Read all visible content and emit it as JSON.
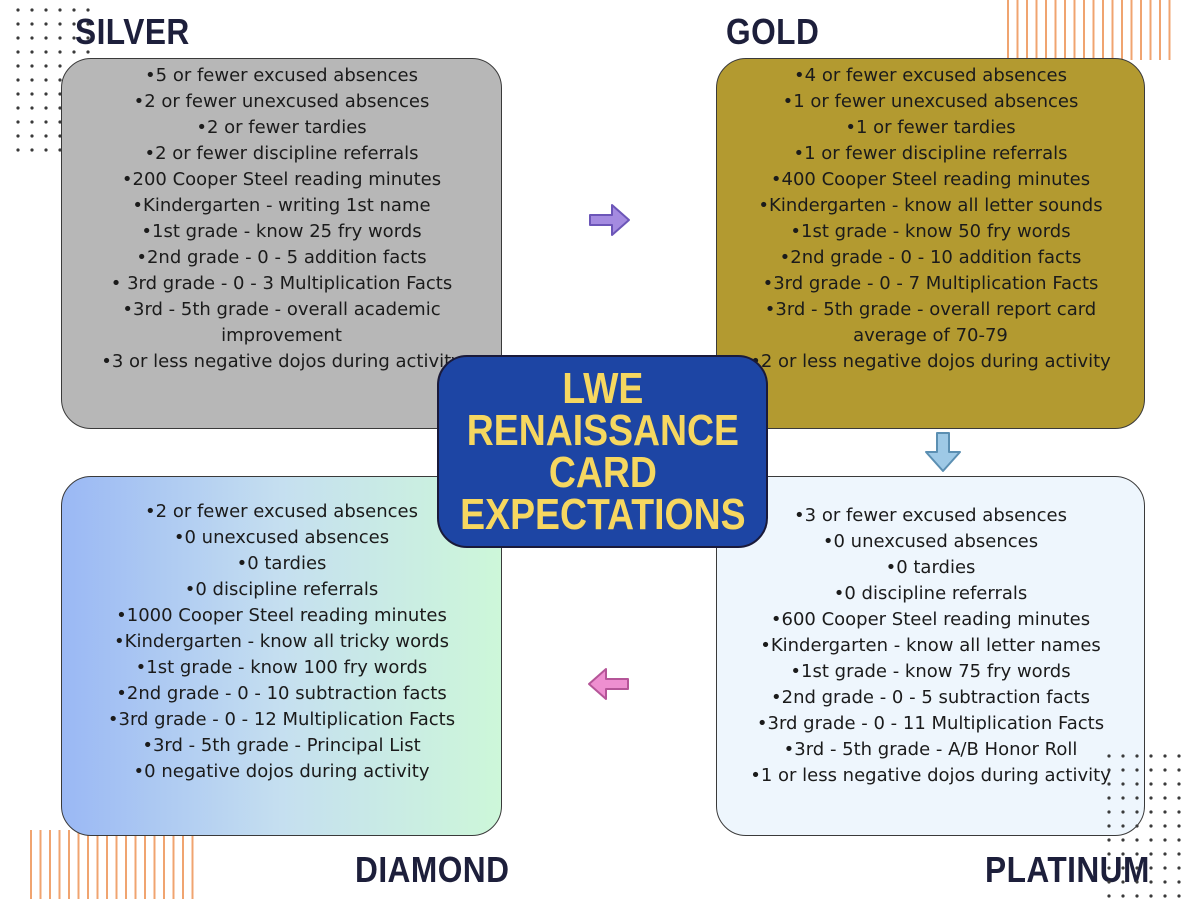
{
  "center": {
    "title": "LWE\nRENAISSANCE\nCARD\nEXPECTATIONS"
  },
  "tiers": {
    "silver": {
      "title": "SILVER",
      "items": [
        "5 or fewer excused absences",
        "2 or fewer unexcused absences",
        "2 or fewer tardies",
        "2 or fewer discipline referrals",
        "200 Cooper Steel reading minutes",
        "Kindergarten - writing 1st name",
        "1st grade - know 25 fry words",
        "2nd grade - 0 - 5 addition facts",
        " 3rd grade - 0 - 3 Multiplication Facts",
        "3rd - 5th grade - overall academic improvement",
        "3 or less negative dojos during activity"
      ]
    },
    "gold": {
      "title": "GOLD",
      "items": [
        "4 or fewer excused absences",
        "1 or fewer unexcused absences",
        "1 or fewer tardies",
        "1 or fewer discipline referrals",
        "400 Cooper Steel reading minutes",
        "Kindergarten - know all letter sounds",
        "1st grade - know 50 fry words",
        "2nd grade - 0 - 10 addition facts",
        "3rd grade - 0 - 7 Multiplication Facts",
        "3rd - 5th grade - overall report card average of 70-79",
        "2 or less negative dojos during activity"
      ]
    },
    "diamond": {
      "title": "DIAMOND",
      "items": [
        "2 or fewer excused absences",
        "0 unexcused absences",
        "0 tardies",
        "0 discipline referrals",
        "1000 Cooper Steel reading minutes",
        "Kindergarten - know all tricky words",
        "1st grade - know 100 fry words",
        "2nd grade - 0 - 10 subtraction facts",
        "3rd grade - 0 - 12 Multiplication Facts",
        "3rd - 5th grade - Principal List",
        "0 negative dojos during activity"
      ]
    },
    "platinum": {
      "title": "PLATINUM",
      "items": [
        "3 or fewer excused absences",
        "0 unexcused absences",
        "0 tardies",
        "0 discipline referrals",
        "600 Cooper Steel reading minutes",
        "Kindergarten - know all letter names",
        "1st grade - know 75 fry words",
        "2nd grade - 0 - 5 subtraction facts",
        "3rd grade - 0 - 11  Multiplication Facts",
        "3rd - 5th grade - A/B Honor Roll",
        "1 or less negative dojos during activity"
      ]
    }
  },
  "arrows": [
    {
      "name": "arrow-right-icon",
      "color": "#a48be0"
    },
    {
      "name": "arrow-down-icon",
      "color": "#9ec9e6"
    },
    {
      "name": "arrow-left-icon",
      "color": "#ee8fd0"
    }
  ],
  "colors": {
    "silver_card": "#b7b7b7",
    "gold_card": "#b39a30",
    "platinum_card": "#eef6fd",
    "center_box": "#1d45a4",
    "center_text": "#f6d760",
    "title_text": "#1d1f3b",
    "deco_lines": "#f0a470"
  }
}
